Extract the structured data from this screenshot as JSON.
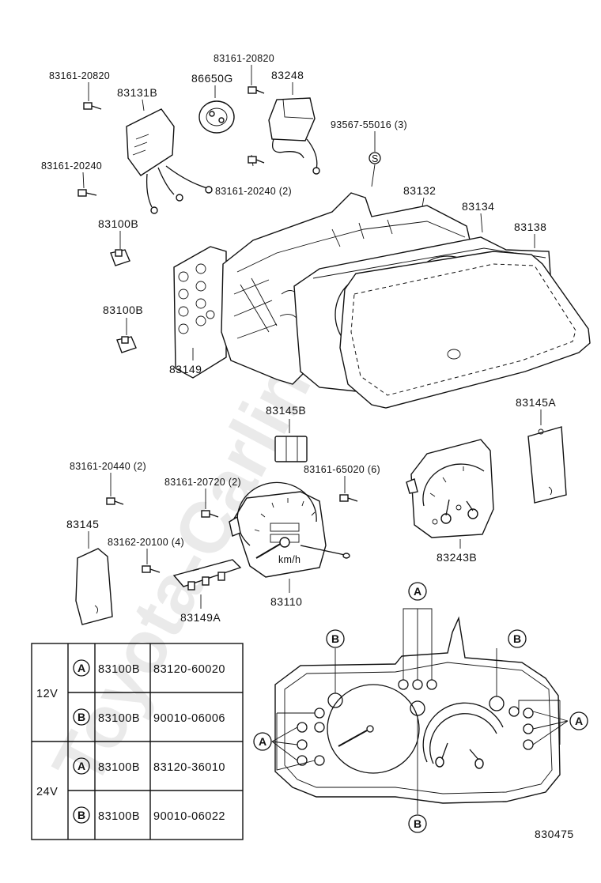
{
  "watermark": "Toyota-Carline.ru",
  "diagram_code": "830475",
  "labels": {
    "p83161_20820_a": "83161-20820",
    "p83131B": "83131B",
    "p83161_20820_b": "83161-20820",
    "p86650G": "86650G",
    "p83248": "83248",
    "p93567": "93567-55016 (3)",
    "p83161_20240": "83161-20240",
    "p83161_20240_2": "83161-20240 (2)",
    "p83132": "83132",
    "p83134": "83134",
    "p83138": "83138",
    "p83100B_a": "83100B",
    "p83100B_b": "83100B",
    "p83149": "83149",
    "p83145B": "83145B",
    "p83145A": "83145A",
    "p83161_20440": "83161-20440 (2)",
    "p83161_20720": "83161-20720 (2)",
    "p83161_65020": "83161-65020 (6)",
    "p83145": "83145",
    "p83162_20100": "83162-20100 (4)",
    "p83243B": "83243B",
    "p83149A": "83149A",
    "p83110": "83110"
  },
  "callouts": {
    "A": "A",
    "B": "B",
    "S": "S"
  },
  "speedo_unit": "km/h",
  "table": {
    "rows": [
      {
        "voltage": "12V",
        "letter": "A",
        "part": "83100B",
        "number": "83120-60020"
      },
      {
        "voltage": "12V",
        "letter": "B",
        "part": "83100B",
        "number": "90010-06006"
      },
      {
        "voltage": "24V",
        "letter": "A",
        "part": "83100B",
        "number": "83120-36010"
      },
      {
        "voltage": "24V",
        "letter": "B",
        "part": "83100B",
        "number": "90010-06022"
      }
    ],
    "groups": [
      "12V",
      "24V"
    ]
  }
}
